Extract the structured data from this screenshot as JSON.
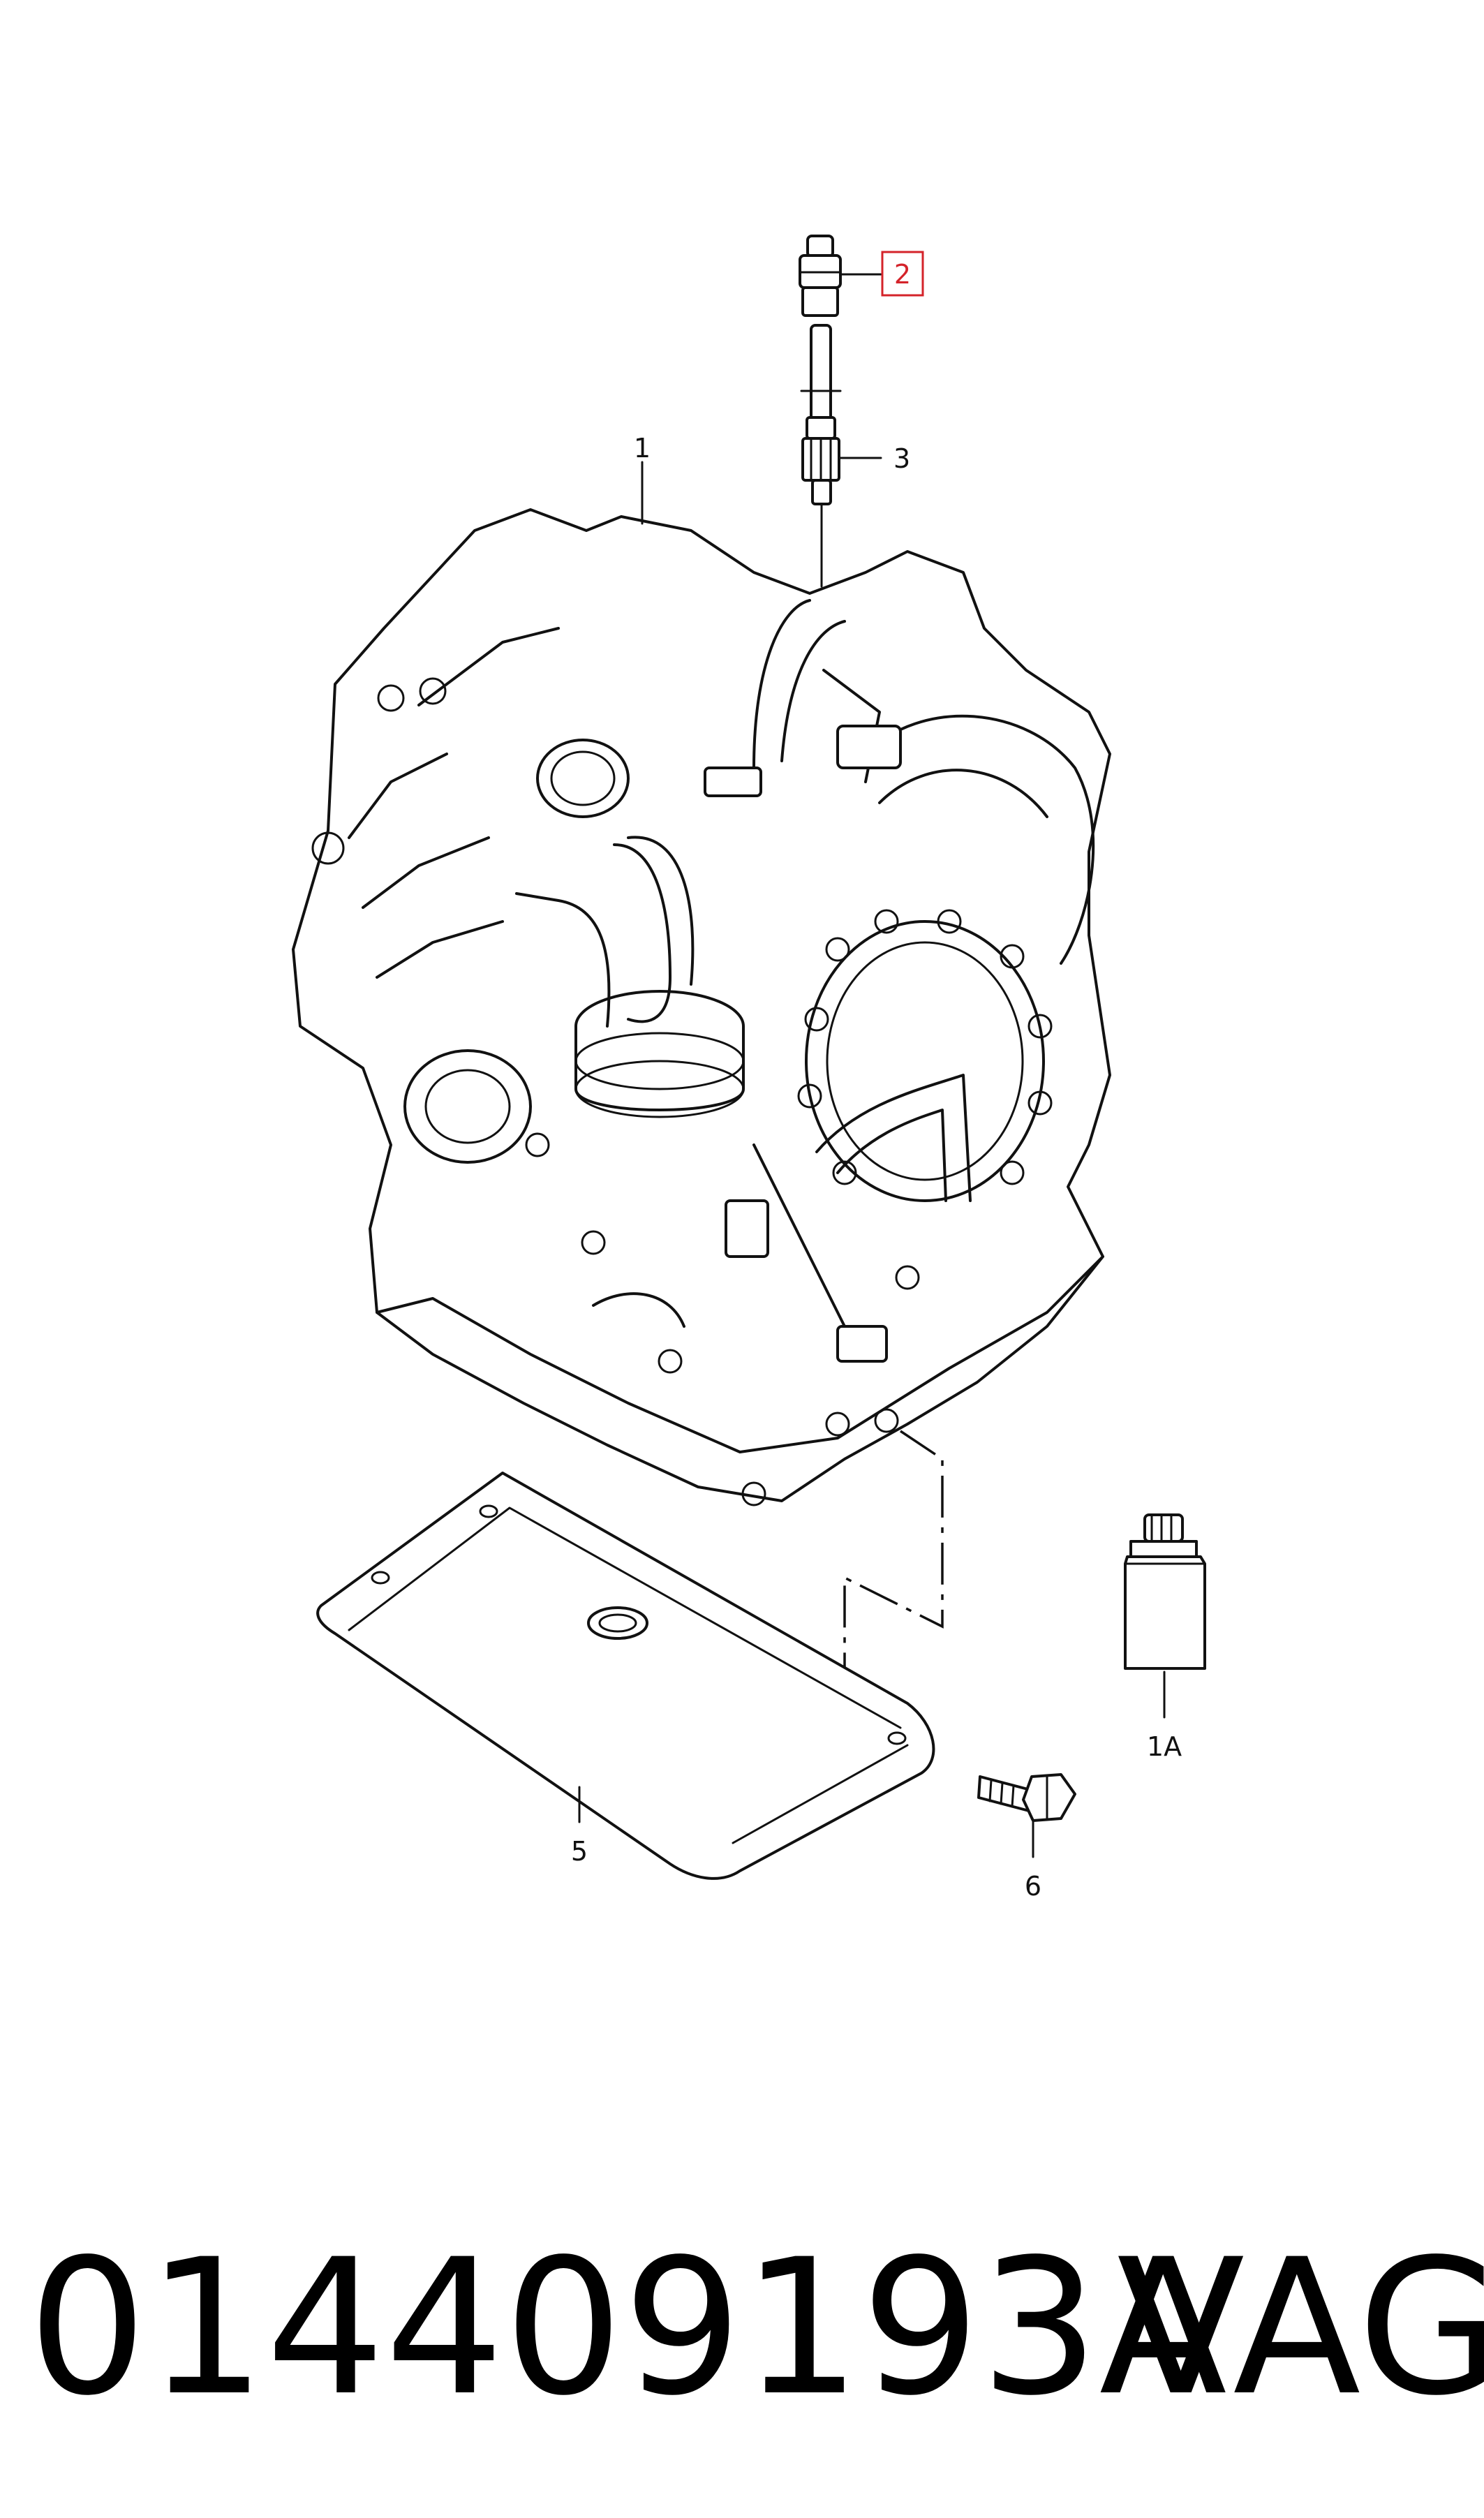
{
  "diagram": {
    "callouts": {
      "item_1": "1",
      "item_1a": "1A",
      "item_2": "2",
      "item_3": "3",
      "item_5": "5",
      "item_6": "6"
    },
    "highlighted_item": "2",
    "highlight_color": "#d4232a"
  },
  "footer": {
    "part_number": "014409193A",
    "brand": "VAG"
  }
}
